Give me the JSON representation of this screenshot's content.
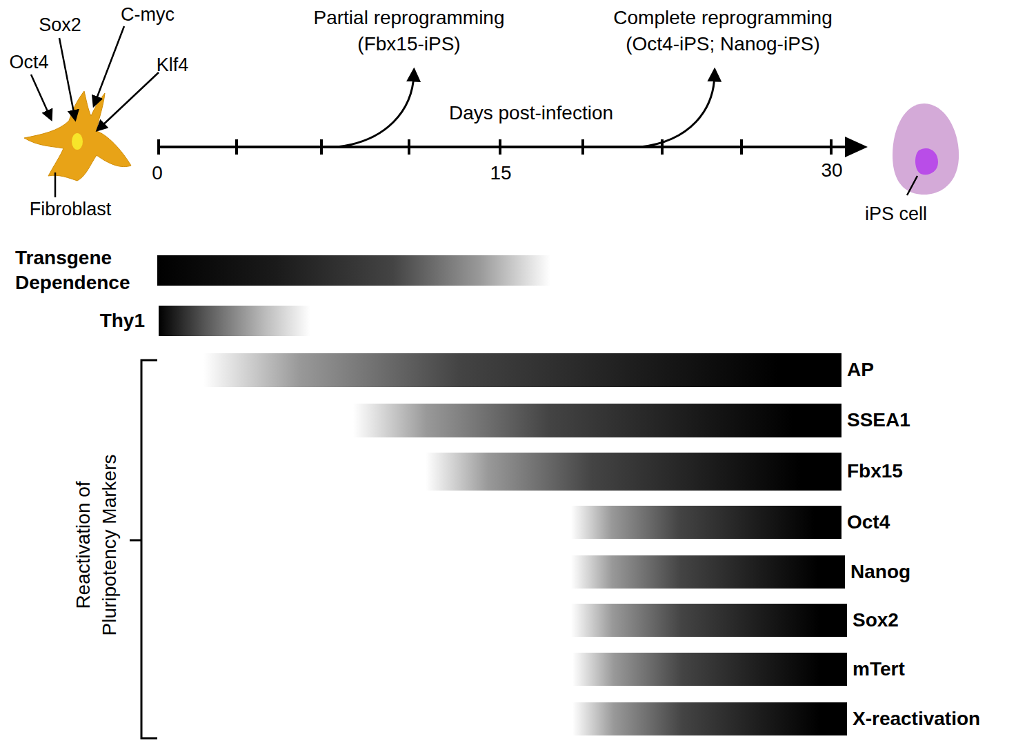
{
  "diagram": {
    "nodes": [
      {
        "text": [
          "Transgene Dependence"
        ]
      },
      {
        "text": [
          "Thy1"
        ]
      },
      {
        "text": [
          "AP"
        ]
      },
      {
        "text": [
          "SSEA1"
        ]
      },
      {
        "text": [
          "Fbx15"
        ]
      },
      {
        "text": [
          "Oct4"
        ]
      },
      {
        "text": [
          "Nanog"
        ]
      },
      {
        "text": [
          "Sox2"
        ]
      },
      {
        "text": [
          "mTert"
        ]
      },
      {
        "text": [
          "X-reactivation"
        ]
      }
    ],
    "labels": [
      "Oct4",
      "Sox2",
      "C-myc",
      "Klf4",
      "Fibroblast",
      "Partial reprogramming (Fbx15-iPS)",
      "Complete reprogramming (Oct4-iPS; Nanog-iPS)",
      "Days post-infection",
      "0",
      "15",
      "30",
      "iPS cell",
      "Reactivation of Pluripotency Markers"
    ]
  }
}
